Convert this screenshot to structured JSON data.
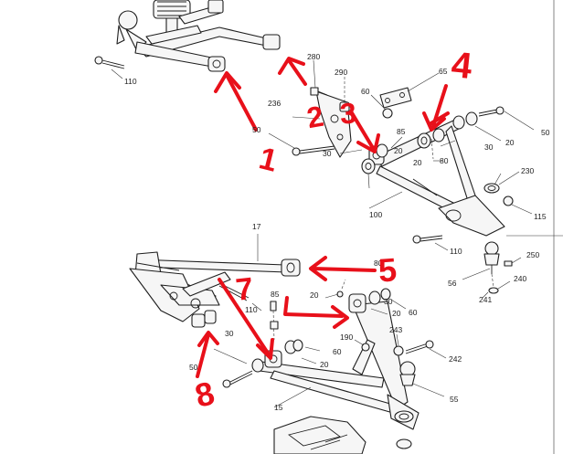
{
  "part_labels": [
    {
      "id": "p110a",
      "text": "110"
    },
    {
      "id": "p280",
      "text": "280"
    },
    {
      "id": "p290",
      "text": "290"
    },
    {
      "id": "p236",
      "text": "236"
    },
    {
      "id": "p60a",
      "text": "60"
    },
    {
      "id": "p65",
      "text": "65"
    },
    {
      "id": "p50a",
      "text": "50"
    },
    {
      "id": "p50b",
      "text": "50"
    },
    {
      "id": "p85a",
      "text": "85"
    },
    {
      "id": "p30a",
      "text": "30"
    },
    {
      "id": "p30b",
      "text": "30"
    },
    {
      "id": "p20a",
      "text": "20"
    },
    {
      "id": "p20b",
      "text": "20"
    },
    {
      "id": "p20c",
      "text": "20"
    },
    {
      "id": "p80a",
      "text": "80"
    },
    {
      "id": "p230",
      "text": "230"
    },
    {
      "id": "p100",
      "text": "100"
    },
    {
      "id": "p115",
      "text": "115"
    },
    {
      "id": "p17",
      "text": "17"
    },
    {
      "id": "p110b",
      "text": "110"
    },
    {
      "id": "p80b",
      "text": "80"
    },
    {
      "id": "p250",
      "text": "250"
    },
    {
      "id": "p56",
      "text": "56"
    },
    {
      "id": "p240",
      "text": "240"
    },
    {
      "id": "p241",
      "text": "241"
    },
    {
      "id": "p85b",
      "text": "85"
    },
    {
      "id": "p110c",
      "text": "110"
    },
    {
      "id": "p20d",
      "text": "20"
    },
    {
      "id": "p30c",
      "text": "30"
    },
    {
      "id": "p60b",
      "text": "60"
    },
    {
      "id": "p20e",
      "text": "20"
    },
    {
      "id": "p190",
      "text": "190"
    },
    {
      "id": "p243",
      "text": "243"
    },
    {
      "id": "p30d",
      "text": "30"
    },
    {
      "id": "p60c",
      "text": "60"
    },
    {
      "id": "p242",
      "text": "242"
    },
    {
      "id": "p50c",
      "text": "50"
    },
    {
      "id": "p20f",
      "text": "20"
    },
    {
      "id": "p55",
      "text": "55"
    },
    {
      "id": "p15",
      "text": "15"
    }
  ],
  "annotations": [
    {
      "id": "n1",
      "text": "1"
    },
    {
      "id": "n2",
      "text": "2"
    },
    {
      "id": "n3",
      "text": "3"
    },
    {
      "id": "n4",
      "text": "4"
    },
    {
      "id": "n5",
      "text": "5"
    },
    {
      "id": "n7",
      "text": "7"
    },
    {
      "id": "n8",
      "text": "8"
    }
  ],
  "colors": {
    "annotation": "#e8101a",
    "linework": "#1e1e1e",
    "background": "#ffffff"
  }
}
